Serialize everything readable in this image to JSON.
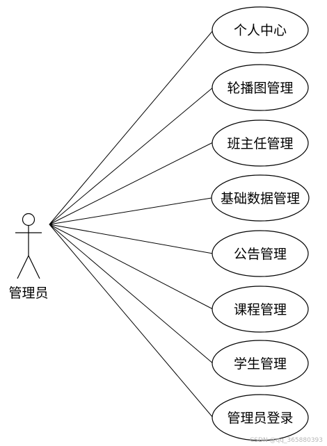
{
  "actor": {
    "label": "管理员"
  },
  "use_cases": [
    {
      "label": "个人中心"
    },
    {
      "label": "轮播图管理"
    },
    {
      "label": "班主任管理"
    },
    {
      "label": "基础数据管理"
    },
    {
      "label": "公告管理"
    },
    {
      "label": "课程管理"
    },
    {
      "label": "学生管理"
    },
    {
      "label": "管理员登录"
    }
  ],
  "watermark": "CSDN @qq_365880393"
}
